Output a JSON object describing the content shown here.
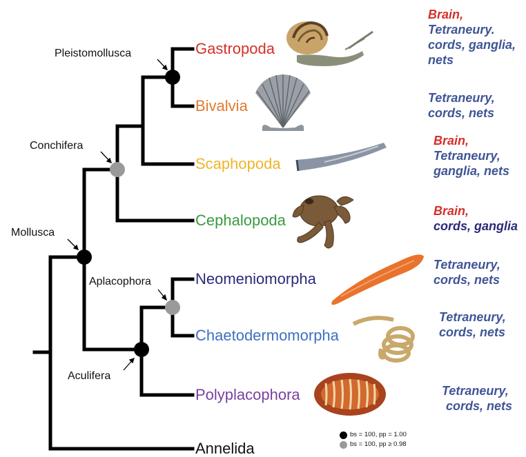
{
  "colors": {
    "branch": "#000000",
    "node_black": "#000000",
    "node_grey": "#9a9a9a",
    "brain": "#d4302b",
    "neuro": "#3f5596"
  },
  "taxa": {
    "gastropoda": {
      "label": "Gastropoda",
      "color": "#d4302b"
    },
    "bivalvia": {
      "label": "Bivalvia",
      "color": "#e07a30"
    },
    "scaphopoda": {
      "label": "Scaphopoda",
      "color": "#f0b429"
    },
    "cephalopoda": {
      "label": "Cephalopoda",
      "color": "#3a9a3f"
    },
    "neomeniomorpha": {
      "label": "Neomeniomorpha",
      "color": "#2a2a7a"
    },
    "chaetodermomorpha": {
      "label": "Chaetodermomorpha",
      "color": "#3f6fc0"
    },
    "polyplacophora": {
      "label": "Polyplacophora",
      "color": "#7a3fa0"
    },
    "annelida": {
      "label": "Annelida",
      "color": "#111111"
    }
  },
  "clades": {
    "pleistomollusca": "Pleistomollusca",
    "conchifera": "Conchifera",
    "mollusca": "Mollusca",
    "aplacophora": "Aplacophora",
    "aculifera": "Aculifera"
  },
  "nervous_systems": {
    "gastropoda": {
      "brain": "Brain,",
      "lines": [
        "Tetraneury.",
        "cords, ganglia,",
        "nets"
      ]
    },
    "bivalvia": {
      "lines": [
        "Tetraneury,",
        "cords, nets"
      ]
    },
    "scaphopoda": {
      "brain": "Brain,",
      "lines": [
        "Tetraneury,",
        "ganglia, nets"
      ]
    },
    "cephalopoda": {
      "brain": "Brain,",
      "lines": [
        "cords, ganglia"
      ]
    },
    "neomeniomorpha": {
      "lines": [
        "Tetraneury,",
        "cords, nets"
      ]
    },
    "chaetodermomorpha": {
      "lines": [
        "Tetraneury,",
        "cords, nets"
      ]
    },
    "polyplacophora": {
      "lines": [
        "Tetraneury,",
        "cords, nets"
      ]
    }
  },
  "legend": {
    "black": "bs = 100, pp = 1.00",
    "grey": "bs = 100, pp ≥ 0.98"
  },
  "icons": [
    "snail-icon",
    "scallop-shell-icon",
    "tusk-shell-icon",
    "octopus-icon",
    "solenogaster-icon",
    "coiled-worm-icon",
    "chiton-icon"
  ]
}
